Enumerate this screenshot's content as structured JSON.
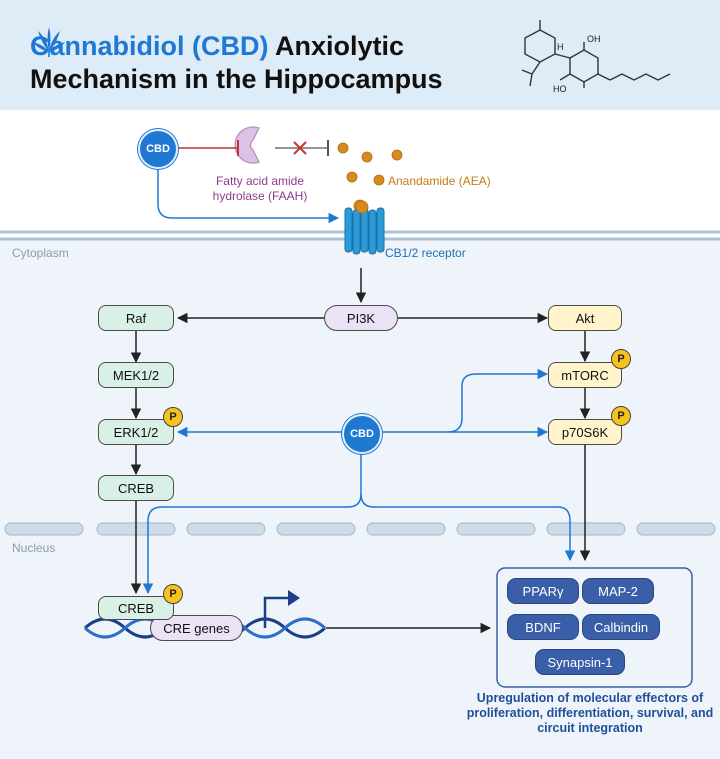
{
  "title": {
    "highlight": "Cannabidiol (CBD)",
    "rest_line1": " Anxiolytic",
    "line2": "Mechanism in the Hippocampus"
  },
  "labels": {
    "cytoplasm": "Cytoplasm",
    "nucleus": "Nucleus",
    "faah": "Fatty acid amide hydrolase (FAAH)",
    "aea": "Anandamide (AEA)",
    "receptor": "CB1/2 receptor"
  },
  "cbd_label": "CBD",
  "p_label": "P",
  "nodes": {
    "pi3k": "PI3K",
    "raf": "Raf",
    "mek": "MEK1/2",
    "erk": "ERK1/2",
    "creb_cyto": "CREB",
    "akt": "Akt",
    "mtorc": "mTORC",
    "p70s6k": "p70S6K",
    "creb_nuc": "CREB",
    "cre_genes": "CRE genes"
  },
  "effectors": [
    "PPARγ",
    "MAP-2",
    "BDNF",
    "Calbindin",
    "Synapsin-1"
  ],
  "outcome": "Upregulation of molecular effectors of proliferation, differentiation, survival, and circuit integration",
  "colors": {
    "cbd_blue": "#1f78d1",
    "effector_blue": "#3a5fa8",
    "inhibit_red": "#c0392b",
    "aea_orange": "#d88a1c",
    "faah_purple": "#8e3b8e"
  }
}
